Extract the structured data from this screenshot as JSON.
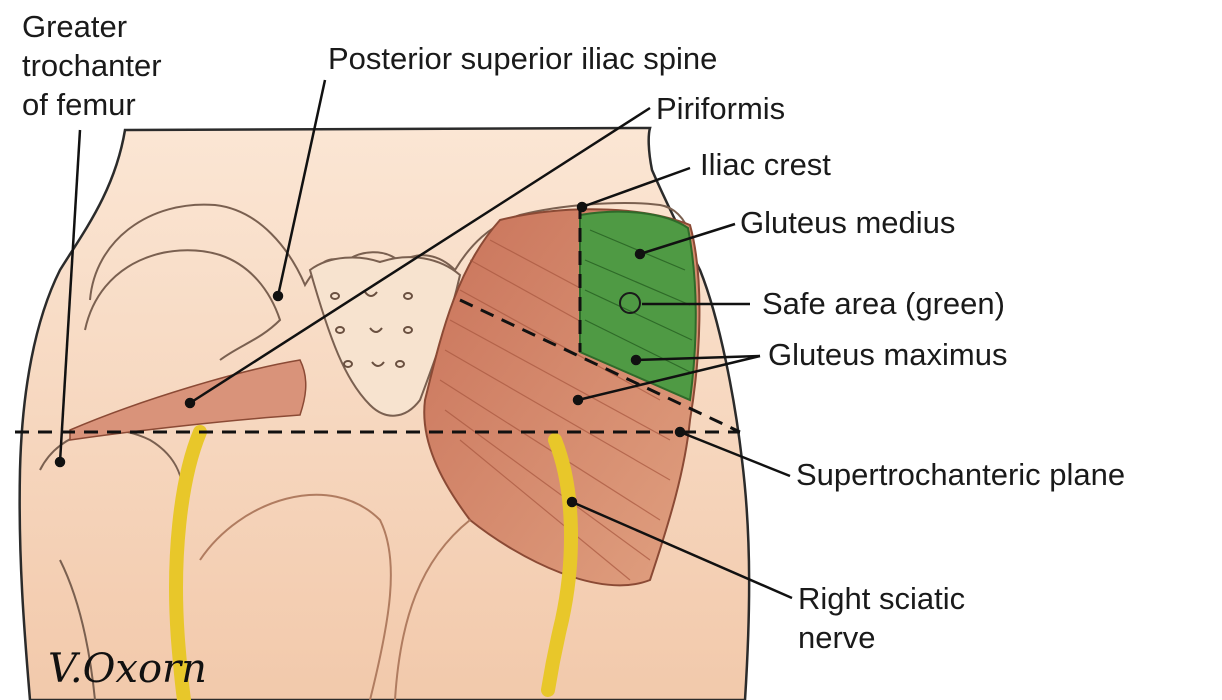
{
  "labels": {
    "greater_trochanter": [
      "Greater",
      "trochanter",
      "of femur"
    ],
    "posterior_superior_iliac_spine": "Posterior superior iliac spine",
    "piriformis": "Piriformis",
    "iliac_crest": "Iliac crest",
    "gluteus_medius": "Gluteus medius",
    "safe_area": "Safe area (green)",
    "gluteus_maximus": "Gluteus maximus",
    "supertrochanteric_plane": "Supertrochanteric plane",
    "right_sciatic_nerve": [
      "Right sciatic",
      "nerve"
    ]
  },
  "signature": "V.Oxorn",
  "colors": {
    "skin": "#f6d6bd",
    "muscle": "#d4866a",
    "safe_area": "#4f9a44",
    "nerve": "#f1d22b",
    "outline": "#2b2b2b"
  }
}
